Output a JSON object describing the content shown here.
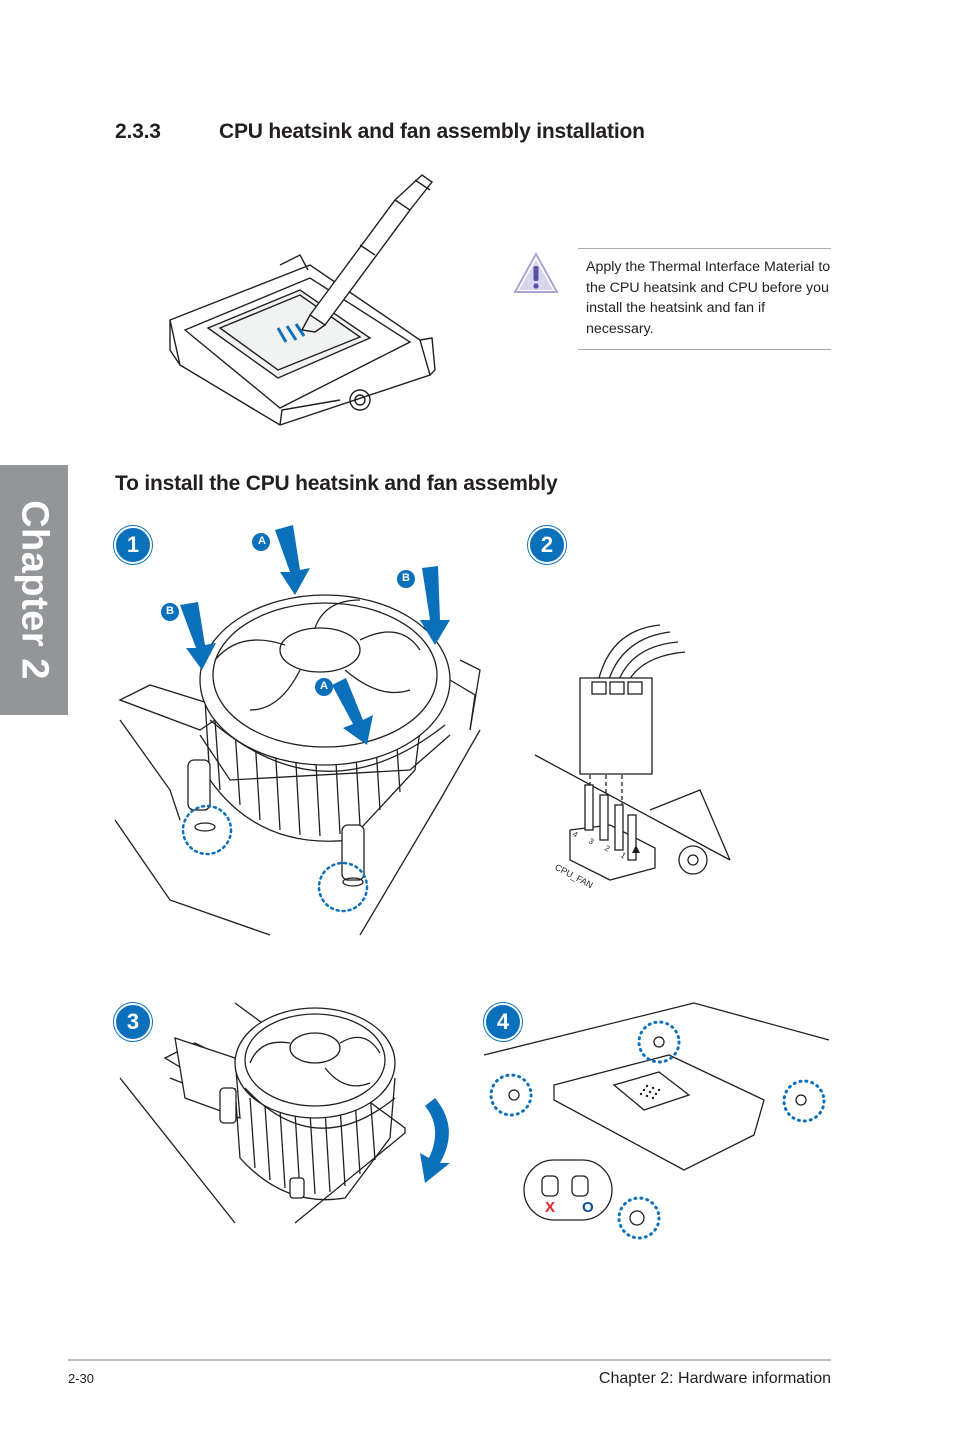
{
  "chapter_tab": "Chapter 2",
  "section": {
    "number": "2.3.3",
    "title": "CPU heatsink and fan assembly installation"
  },
  "note": {
    "text": "Apply the Thermal Interface Material to the CPU heatsink and CPU before you install the heatsink and fan if necessary.",
    "icon": "warning-triangle-icon"
  },
  "subheading": "To install the CPU heatsink and fan assembly",
  "steps": [
    {
      "number": "1",
      "labels": [
        "A",
        "B",
        "B",
        "A"
      ]
    },
    {
      "number": "2",
      "connector_label": "CPU_FAN",
      "pins": [
        "4",
        "3",
        "2",
        "1"
      ]
    },
    {
      "number": "3"
    },
    {
      "number": "4",
      "marks": [
        "X",
        "O"
      ]
    }
  ],
  "footer": {
    "page": "2-30",
    "chapter": "Chapter 2: Hardware information"
  },
  "colors": {
    "accent": "#0a70bc",
    "tab": "#939598",
    "mark_x": "#e4232f",
    "mark_o": "#0a4e9b"
  }
}
